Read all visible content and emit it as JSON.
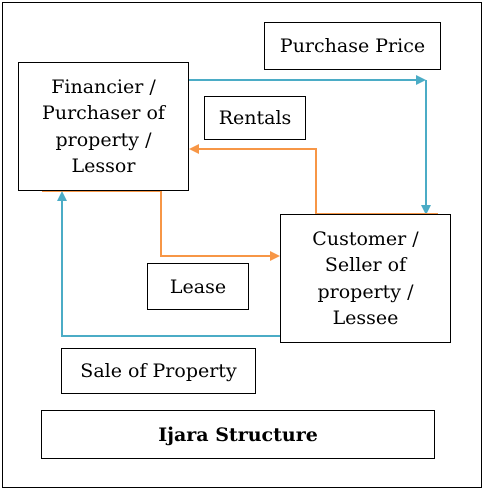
{
  "title": "Ijara Structure",
  "parties": {
    "financier": "Financier /\nPurchaser of\nproperty /\nLessor",
    "customer": "Customer /\nSeller of\nproperty /\nLessee"
  },
  "flows": {
    "purchase_price": "Purchase Price",
    "rentals": "Rentals",
    "lease": "Lease",
    "sale_of_property": "Sale of Property"
  },
  "colors": {
    "blue_arrow": "#4bacc6",
    "orange_arrow": "#f79646"
  }
}
